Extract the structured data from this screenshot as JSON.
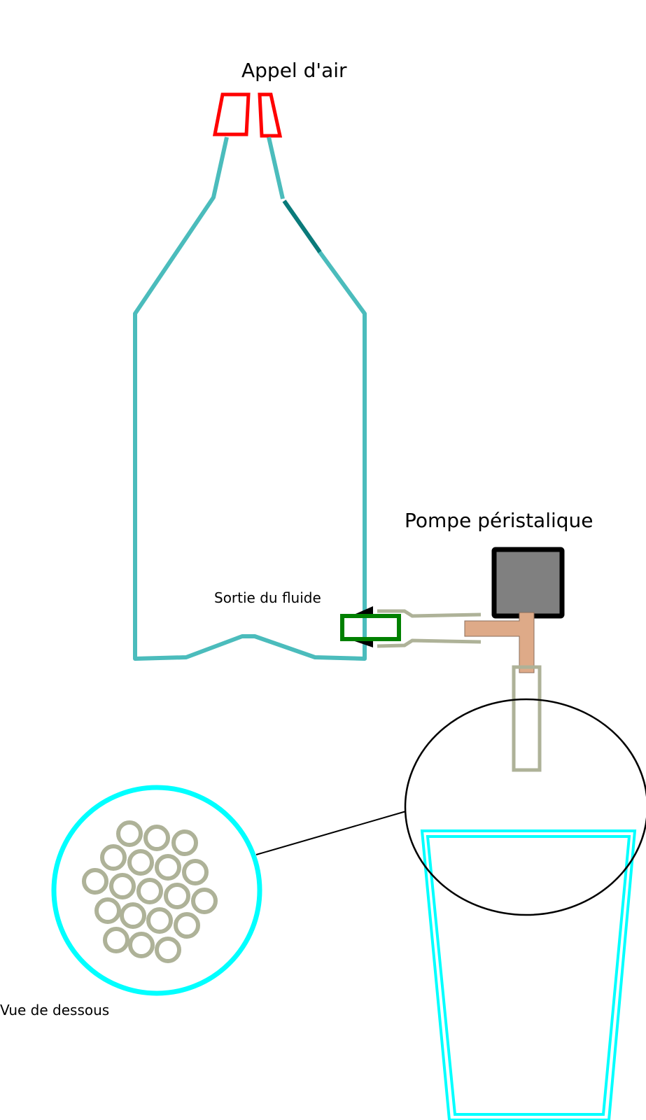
{
  "labels": {
    "air_intake": "Appel d'air",
    "pump": "Pompe péristalique",
    "fluid_outlet": "Sortie du fluide",
    "bottom_view": "Vue de dessous"
  },
  "colors": {
    "bottle": "#4bbcbc",
    "bottle_accent": "#0a7a7a",
    "cap": "#ff0000",
    "valve": "#008000",
    "valve_tip": "#000000",
    "tube": "#aeb298",
    "pump_body": "#808080",
    "pump_outline": "#000000",
    "connector": "#deaa88",
    "glass": "#00ffff",
    "zoom_circle": "#000000"
  },
  "bottom_view_tube_count": 19
}
